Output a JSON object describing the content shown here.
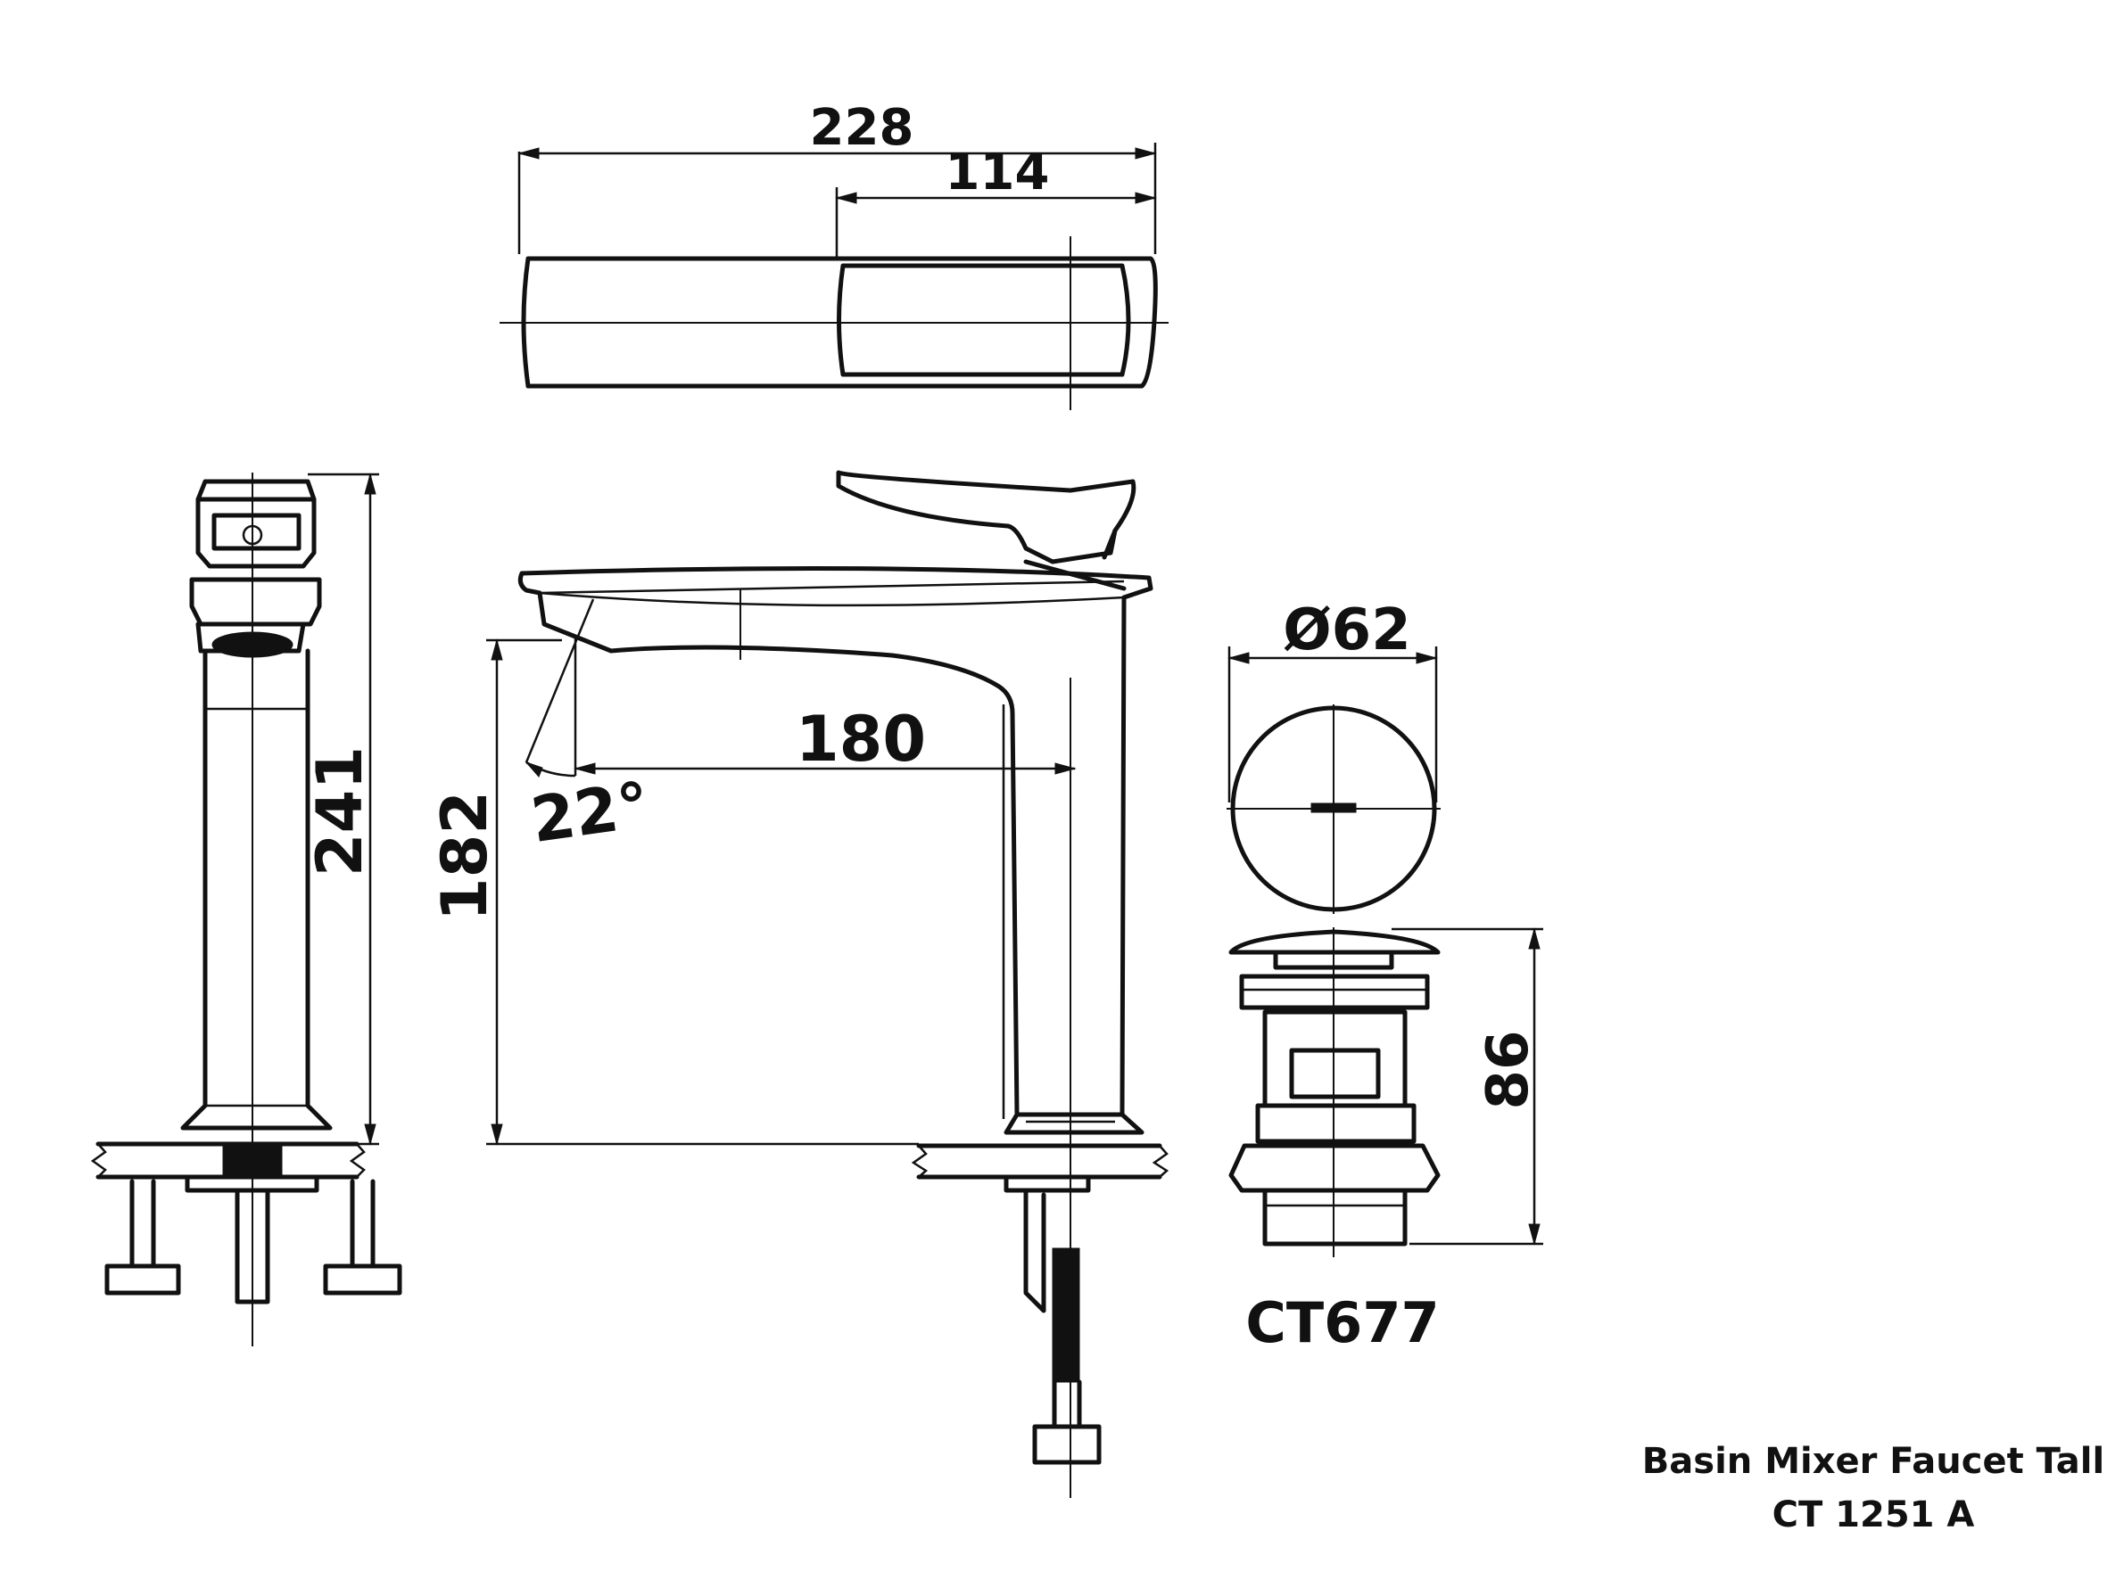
{
  "dimensions": {
    "top_width": "228",
    "top_half_width": "114",
    "total_height": "241",
    "spout_height": "182",
    "spout_reach": "180",
    "spout_angle": "22°",
    "drain_diameter": "Ø62",
    "drain_height": "86"
  },
  "drain": {
    "model": "CT677"
  },
  "title_block": {
    "product_name": "Basin Mixer Faucet Tall",
    "model_code": "CT 1251 A"
  }
}
